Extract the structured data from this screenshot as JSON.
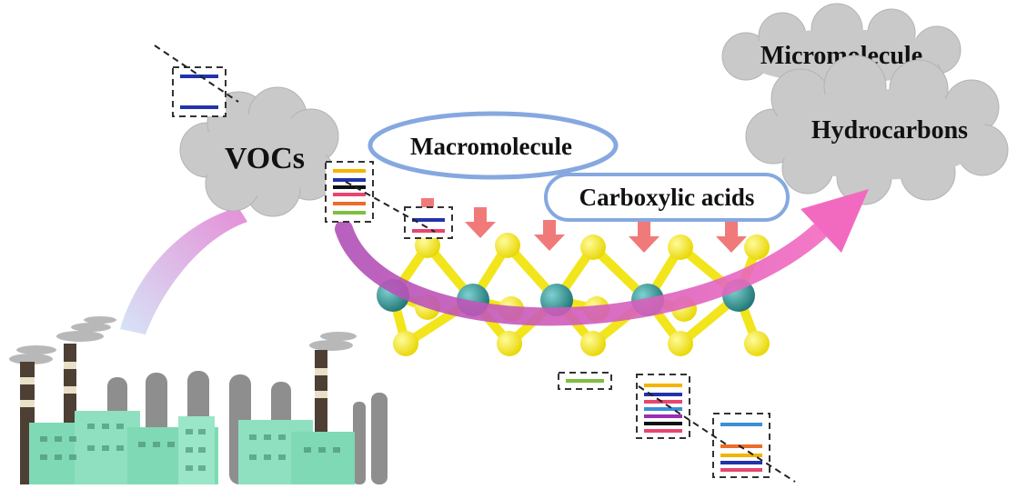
{
  "labels": {
    "vocs": "VOCs",
    "macromolecule": "Macromolecule",
    "carboxylic_acids": "Carboxylic acids",
    "micromolecule": "Micromolecule",
    "hydrocarbons": "Hydrocarbons"
  },
  "colors": {
    "cloud": "#c9c9c9",
    "cloud_edge": "#b3b3b3",
    "oval_outline": "#86a8e0",
    "down_arrow": "#f07a7a",
    "main_arrow_start": "#b04fb6",
    "main_arrow_end": "#f26ac0",
    "plume_start": "#e07ad0",
    "plume_end": "#cfe0f5",
    "sulfur_atom": "#f2e51b",
    "metal_atom": "#2f9b9b",
    "factory_building": "#7fd9b4",
    "chimney_gray": "#8d8d8d",
    "chimney_dark": "#5a4a3c",
    "smoke": "#b7b7b7",
    "dashed_box": "#333333"
  },
  "molecule_stripe_colors": [
    "#2233aa",
    "#e8456f",
    "#f4b400",
    "#7fbf3f",
    "#3a8fd6",
    "#9a2db0",
    "#ee6c2a",
    "#111111"
  ]
}
